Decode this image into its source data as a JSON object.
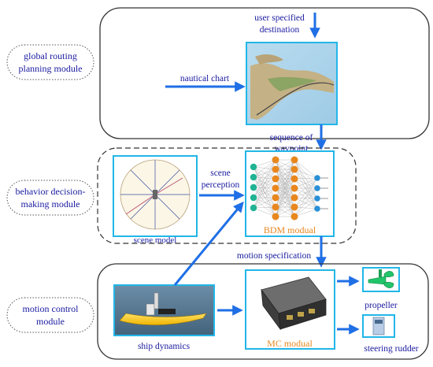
{
  "modules": {
    "global": {
      "line1": "global routing",
      "line2": "planning module"
    },
    "behavior": {
      "line1": "behavior decision-",
      "line2": "making module"
    },
    "motion": {
      "line1": "motion control",
      "line2": "module"
    }
  },
  "global_panel": {
    "user_destination_line1": "user specified",
    "user_destination_line2": "destination",
    "nautical_chart": "nautical chart",
    "sequence_line1": "sequence of",
    "sequence_line2": "waypoint"
  },
  "behavior_panel": {
    "scene_model": "scene model",
    "scene_perception_line1": "scene",
    "scene_perception_line2": "perception",
    "bdm_modual": "BDM modual"
  },
  "motion_panel": {
    "motion_specification": "motion specification",
    "ship_dynamics": "ship dynamics",
    "mc_modual": "MC modual",
    "propeller": "propeller",
    "steering_rudder": "steering rudder"
  },
  "colors": {
    "arrow_blue": "#1f6fe6",
    "frame_cyan": "#22b6e8",
    "orange_text": "#e8871e",
    "nn_orange": "#e8871e",
    "nn_teal": "#1fb394",
    "nn_blue": "#2a8fd6",
    "label_blue": "#1a1aa0"
  }
}
